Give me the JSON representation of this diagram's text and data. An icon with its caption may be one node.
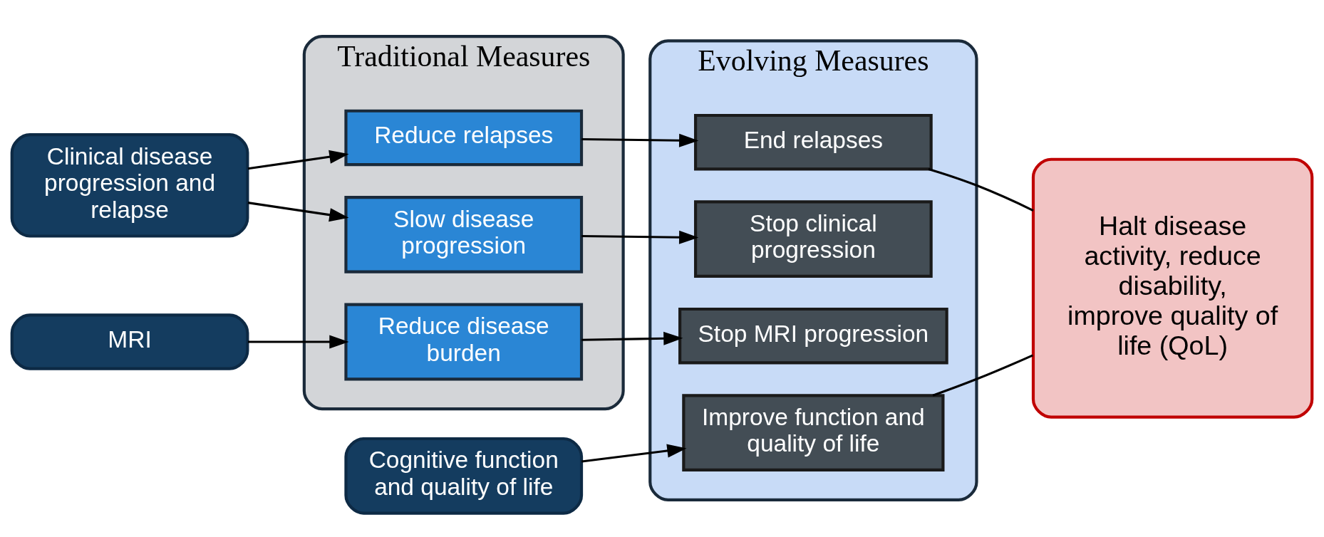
{
  "diagram": {
    "nodes": [
      {
        "text": [
          "Clinical disease progression and relapse"
        ]
      },
      {
        "text": [
          "MRI"
        ]
      },
      {
        "text": [
          "Cognitive function and quality of life"
        ]
      },
      {
        "text": [
          "Traditional Measures"
        ]
      },
      {
        "text": [
          "Reduce relapses"
        ],
        "in": 3
      },
      {
        "text": [
          "Slow disease progression"
        ],
        "in": 3
      },
      {
        "text": [
          "Reduce disease burden"
        ],
        "in": 3
      },
      {
        "text": [
          "Evolving Measures"
        ]
      },
      {
        "text": [
          "End relapses"
        ],
        "in": 7
      },
      {
        "text": [
          "Stop clinical progression"
        ],
        "in": 7
      },
      {
        "text": [
          "Stop MRI progression"
        ],
        "in": 7
      },
      {
        "text": [
          "Improve function and quality of life"
        ],
        "in": 7
      },
      {
        "text": [
          "Halt disease activity, reduce disability, improve quality of life (QoL)"
        ]
      }
    ],
    "edges": [
      {
        "from": 0,
        "to": 4,
        "arrow": "to"
      },
      {
        "from": 0,
        "to": 5,
        "arrow": "to"
      },
      {
        "from": 1,
        "to": 6,
        "arrow": "to"
      },
      {
        "from": 2,
        "to": 11,
        "arrow": "to"
      },
      {
        "from": 4,
        "to": 8,
        "arrow": "to"
      },
      {
        "from": 5,
        "to": 9,
        "arrow": "to"
      },
      {
        "from": 6,
        "to": 10,
        "arrow": "to"
      },
      {
        "from": 8,
        "to": 12,
        "arrow": "none"
      },
      {
        "from": 11,
        "to": 12,
        "arrow": "none"
      }
    ]
  }
}
